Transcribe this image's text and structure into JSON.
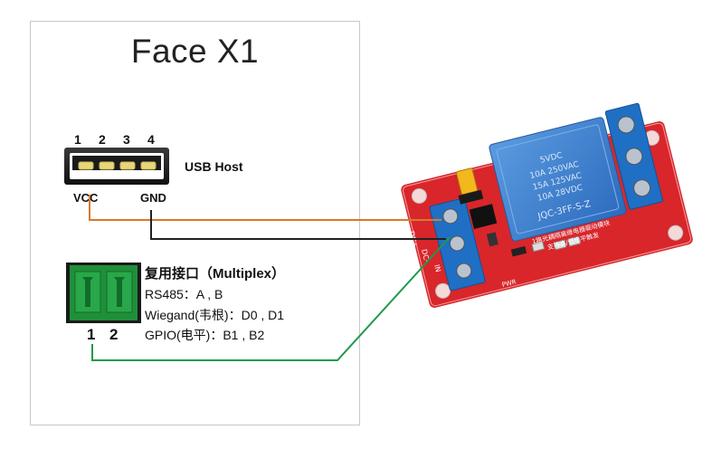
{
  "device": {
    "title": "Face X1"
  },
  "usb": {
    "label": "USB Host",
    "pins": [
      "1",
      "2",
      "3",
      "4"
    ],
    "vcc_label": "VCC",
    "gnd_label": "GND"
  },
  "terminal": {
    "heading": "复用接口（Multiplex）",
    "lines": [
      "RS485：A , B",
      "Wiegand(韦根)：D0 , D1",
      "GPIO(电平)：B1 , B2"
    ],
    "pin_numbers": [
      "1",
      "2"
    ]
  },
  "relay": {
    "relay_text": [
      "5VDC",
      "10A 250VAC",
      "15A 125VAC",
      "10A 28VDC",
      "JQC-3FF-S-Z"
    ],
    "terminals": [
      "DC+",
      "DC-",
      "IN"
    ],
    "board_text": [
      "1路光耦隔离继电器驱动模块",
      "支持高/低电平触发"
    ],
    "pwr": "PWR"
  },
  "colors": {
    "vcc_wire": "#d67a2c",
    "gnd_wire": "#222222",
    "signal_wire": "#1e9a4a",
    "board": "#d8262b",
    "relay_body": "#3b7fd0",
    "terminal_block": "#1f6fc4",
    "green_terminal": "#1f8f3a"
  }
}
